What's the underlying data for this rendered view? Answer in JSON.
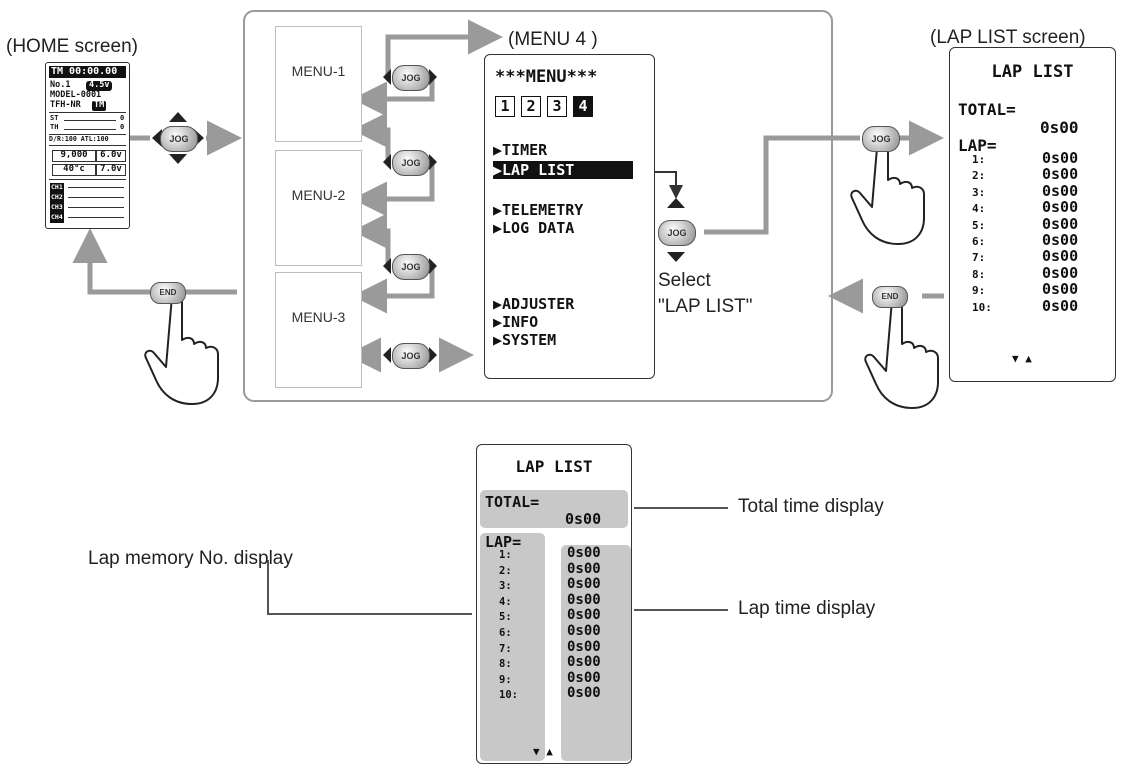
{
  "captions": {
    "home": "(HOME screen)",
    "menu4": "(MENU 4 )",
    "laplist": "(LAP LIST screen)",
    "select_line1": "Select",
    "select_line2": "\"LAP LIST\"",
    "total_callout": "Total time display",
    "lapno_callout": "Lap memory No. display",
    "laptime_callout": "Lap time display"
  },
  "menu_panels": [
    "MENU-1",
    "MENU-2",
    "MENU-3"
  ],
  "buttons": {
    "jog": "JOG",
    "end": "END"
  },
  "home_lcd": {
    "timer": "TM 00:00.00",
    "model_no": "No.1",
    "voltage": "4.5v",
    "model_name": "MODEL-0001",
    "system": "TFH-NR",
    "tm_badge": "TM",
    "st": "ST",
    "th": "TH",
    "st_val": "0",
    "th_val": "0",
    "dr": "D/R:100 ATL:100",
    "counter": "9,000",
    "volt2": "6.0v",
    "temp": "40°c",
    "volt3": "7.0v",
    "ch": [
      "CH1",
      "CH2",
      "CH3",
      "CH4"
    ]
  },
  "menu4": {
    "header": "***MENU***",
    "tabs": [
      "1",
      "2",
      "3",
      "4"
    ],
    "items_group1": [
      "TIMER",
      "LAP LIST"
    ],
    "items_group2": [
      "TELEMETRY",
      "LOG DATA"
    ],
    "items_group3": [
      "ADJUSTER",
      "INFO",
      "SYSTEM"
    ]
  },
  "laplist": {
    "title": "LAP LIST",
    "total_label": "TOTAL=",
    "total_value": "0s00",
    "lap_label": "LAP=",
    "laps": [
      {
        "no": "1:",
        "time": "0s00"
      },
      {
        "no": "2:",
        "time": "0s00"
      },
      {
        "no": "3:",
        "time": "0s00"
      },
      {
        "no": "4:",
        "time": "0s00"
      },
      {
        "no": "5:",
        "time": "0s00"
      },
      {
        "no": "6:",
        "time": "0s00"
      },
      {
        "no": "7:",
        "time": "0s00"
      },
      {
        "no": "8:",
        "time": "0s00"
      },
      {
        "no": "9:",
        "time": "0s00"
      },
      {
        "no": "10:",
        "time": "0s00"
      }
    ],
    "scroll": "▼ ▲"
  },
  "colors": {
    "arrow": "#9a9a9a",
    "highlight": "#c8c8c8",
    "outline": "#333333"
  }
}
